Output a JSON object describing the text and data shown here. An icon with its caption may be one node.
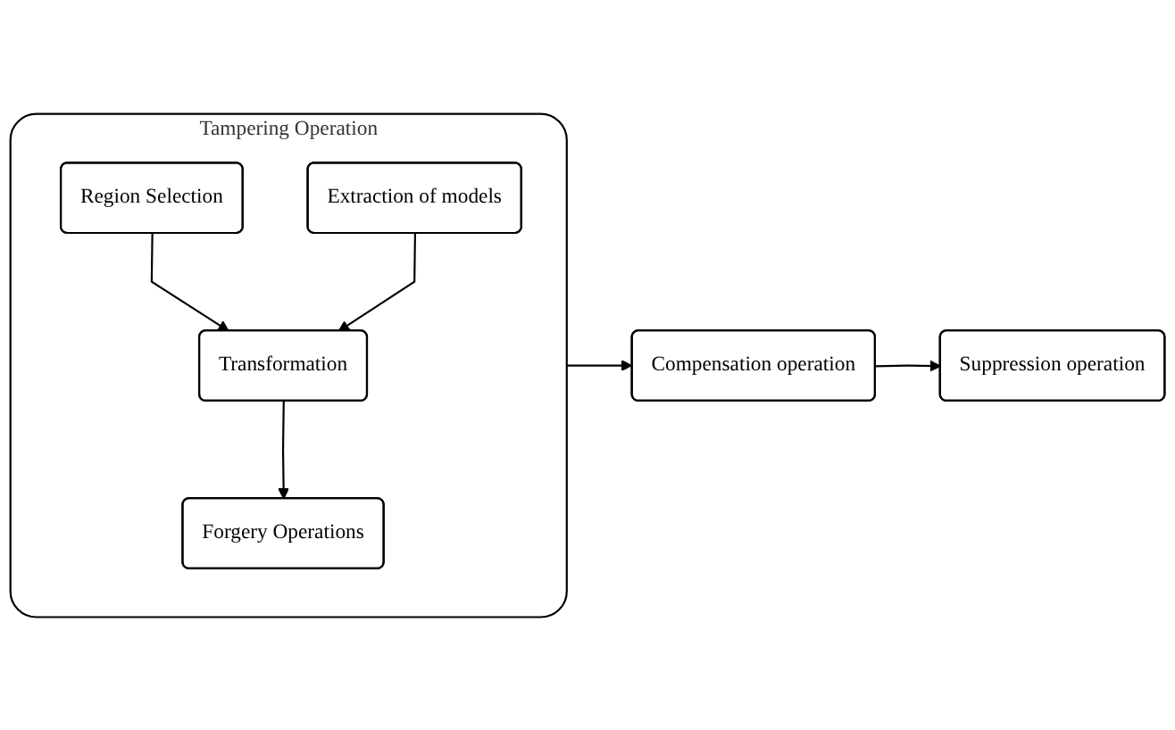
{
  "diagram": {
    "nodes": [
      {
        "text": [
          "Tampering Operation"
        ]
      },
      {
        "text": [
          "Region Selection"
        ],
        "in": 0
      },
      {
        "text": [
          "Extraction of models"
        ],
        "in": 0
      },
      {
        "text": [
          "Transformation"
        ],
        "in": 0
      },
      {
        "text": [
          "Forgery Operations"
        ],
        "in": 0
      },
      {
        "text": [
          "Compensation operation"
        ]
      },
      {
        "text": [
          "Suppression operation"
        ]
      }
    ],
    "edges": [
      {
        "from": 1,
        "to": 3,
        "arrow": "to"
      },
      {
        "from": 2,
        "to": 3,
        "arrow": "to"
      },
      {
        "from": 3,
        "to": 4,
        "arrow": "to"
      },
      {
        "from": 0,
        "to": 5,
        "arrow": "to"
      },
      {
        "from": 5,
        "to": 6,
        "arrow": "to"
      }
    ]
  }
}
